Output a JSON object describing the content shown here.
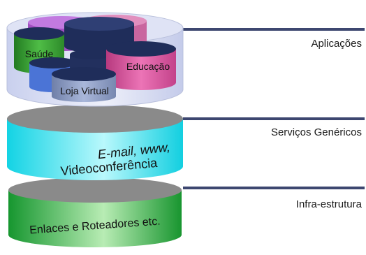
{
  "layers": {
    "applications": {
      "label": "Aplicações",
      "apps": {
        "health": "Saúde",
        "education": "Educação",
        "store": "Loja Virtual"
      }
    },
    "services": {
      "label": "Serviços Genéricos",
      "line1": "E-mail, www,",
      "line2": "Videoconferência"
    },
    "infrastructure": {
      "label": "Infra-estrutura",
      "text": "Enlaces e Roteadores etc."
    }
  },
  "colors": {
    "applications_fill": "#dfe3f5",
    "services_fill": "#33e6f2",
    "infrastructure_fill": "#2ea845",
    "top_ellipse": "#8a8a8a",
    "connector": "#3d4770",
    "health": "#3f9f3a",
    "education": "#d84f9a",
    "store": "#8a9ac0",
    "blue_cylinder": "#4b74d6",
    "violet_cylinder": "#b25bd0",
    "dark_cylinder": "#1f2d5a"
  }
}
